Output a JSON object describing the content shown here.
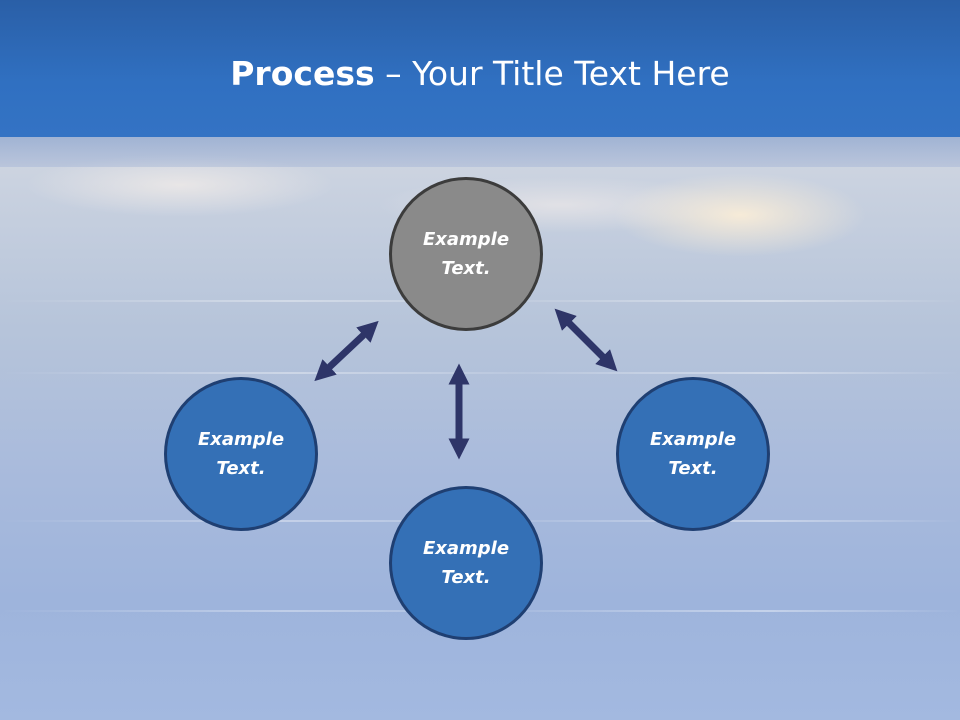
{
  "slide": {
    "title_bold": "Process",
    "title_rest": " – Your Title Text Here"
  },
  "nodes": {
    "top": "Example Text.",
    "left": "Example Text.",
    "right": "Example Text.",
    "bottom": "Example Text."
  },
  "colors": {
    "header": "#3070c1",
    "node_fill": "#3470b6",
    "node_center_fill": "#8a8a8a",
    "arrow": "#2e3568"
  }
}
